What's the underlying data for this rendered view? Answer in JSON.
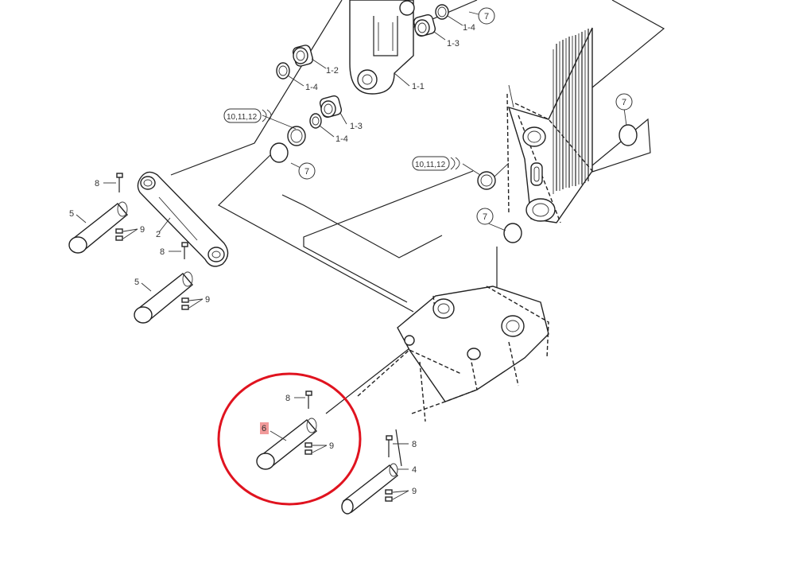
{
  "diagram": {
    "callout_labels": {
      "c1_1": "1-1",
      "c1_2": "1-2",
      "c1_3_top": "1-3",
      "c1_3_mid": "1-3",
      "c1_4_top": "1-4",
      "c1_4_left": "1-4",
      "c1_4_mid": "1-4",
      "c2": "2",
      "c4": "4",
      "c5_upper": "5",
      "c5_lower": "5",
      "c6": "6",
      "c8_a": "8",
      "c8_b": "8",
      "c8_c": "8",
      "c8_d": "8",
      "c9_a": "9",
      "c9_b": "9",
      "c9_c": "9",
      "c9_d": "9"
    },
    "circle_badges": {
      "b7_top": "7",
      "b7_mid": "7",
      "b7_right": "7",
      "b7_lower": "7"
    },
    "group_badges": {
      "g_left": "10,11,12",
      "g_mid": "10,11,12"
    },
    "colors": {
      "highlight_circle": "#e0131f",
      "highlight_label_bg": "#f29a9a",
      "line": "#222222"
    }
  }
}
